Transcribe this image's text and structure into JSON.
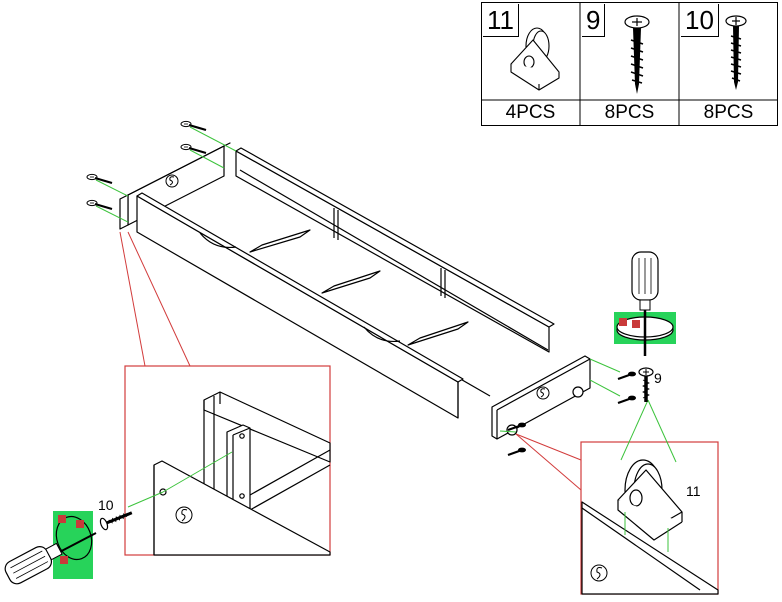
{
  "parts": [
    {
      "number": "11",
      "quantity": "4PCS",
      "icon": "caster-wheel-icon"
    },
    {
      "number": "9",
      "quantity": "8PCS",
      "icon": "wood-screw-icon"
    },
    {
      "number": "10",
      "quantity": "8PCS",
      "icon": "wood-screw-icon"
    }
  ],
  "callouts": {
    "screw_9": "9",
    "caster_11": "11",
    "screw_10": "10"
  },
  "colors": {
    "line": "#000000",
    "guide": "#3cc33c",
    "detail_frame": "#d23c3c",
    "highlight": "#27d35a"
  }
}
